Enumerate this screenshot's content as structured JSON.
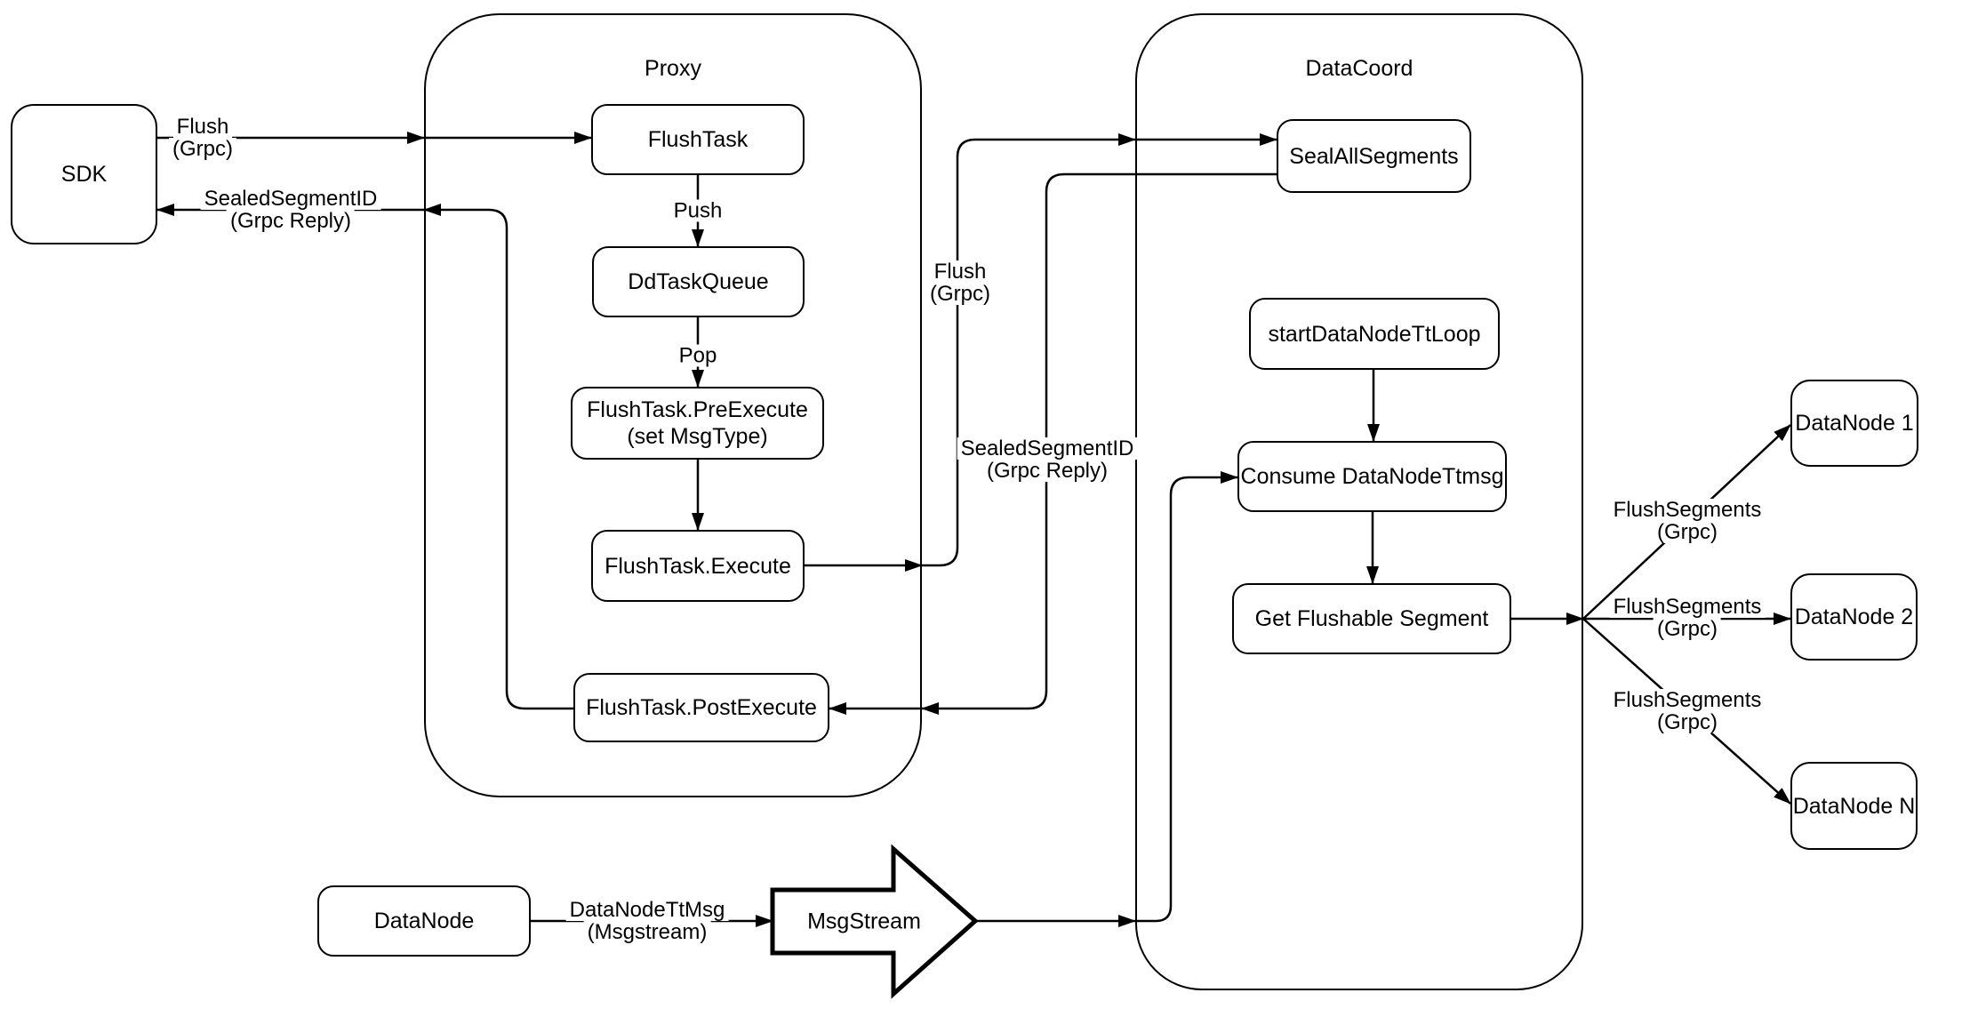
{
  "diagram": {
    "title_note": "flush data flow diagram",
    "colors": {
      "stroke": "#000000",
      "fill": "#ffffff",
      "text": "#000000"
    },
    "containers": {
      "proxy": {
        "label": "Proxy"
      },
      "datacoord": {
        "label": "DataCoord"
      }
    },
    "nodes": {
      "sdk": {
        "label": "SDK"
      },
      "flush_task": {
        "label": "FlushTask"
      },
      "dd_task_queue": {
        "label": "DdTaskQueue"
      },
      "pre_execute": {
        "label1": "FlushTask.PreExecute",
        "label2": "(set MsgType)"
      },
      "execute": {
        "label": "FlushTask.Execute"
      },
      "post_execute": {
        "label": "FlushTask.PostExecute"
      },
      "seal_all_segments": {
        "label": "SealAllSegments"
      },
      "start_tt_loop": {
        "label": "startDataNodeTtLoop"
      },
      "consume_ttmsg": {
        "label": "Consume DataNodeTtmsg"
      },
      "get_flushable": {
        "label": "Get Flushable Segment"
      },
      "datanode_1": {
        "label": "DataNode 1"
      },
      "datanode_2": {
        "label": "DataNode 2"
      },
      "datanode_n": {
        "label": "DataNode N"
      },
      "datanode_bottom": {
        "label": "DataNode"
      },
      "msgstream": {
        "label": "MsgStream"
      }
    },
    "edge_labels": {
      "flush_sdk": {
        "line1": "Flush",
        "line2": "(Grpc)"
      },
      "sealed_sdk": {
        "line1": "SealedSegmentID",
        "line2": "(Grpc Reply)"
      },
      "push": {
        "line1": "Push"
      },
      "pop": {
        "line1": "Pop"
      },
      "flush_mid": {
        "line1": "Flush",
        "line2": "(Grpc)"
      },
      "sealed_mid": {
        "line1": "SealedSegmentID",
        "line2": "(Grpc Reply)"
      },
      "flush_segments_1": {
        "line1": "FlushSegments",
        "line2": "(Grpc)"
      },
      "flush_segments_2": {
        "line1": "FlushSegments",
        "line2": "(Grpc)"
      },
      "flush_segments_3": {
        "line1": "FlushSegments",
        "line2": "(Grpc)"
      },
      "datanode_ttmsg": {
        "line1": "DataNodeTtMsg",
        "line2": "(Msgstream)"
      }
    }
  }
}
